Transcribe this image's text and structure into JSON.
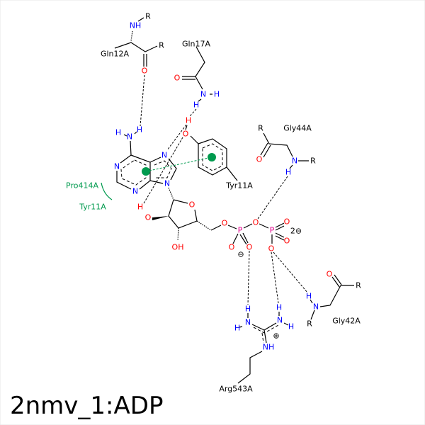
{
  "title": "2nmv_1:ADP",
  "atoms": {
    "N": "N",
    "O": "O",
    "H": "H",
    "P": "P",
    "NH": "NH",
    "OH": "OH",
    "R": "R"
  },
  "charges": {
    "minus": "⊖",
    "plus": "⊕",
    "dianion": "2⊖"
  },
  "residues": {
    "gln12": "Gln12A",
    "gln17": "Gln17A",
    "gly44": "Gly44A",
    "tyr11": "Tyr11A",
    "gly42": "Gly42A",
    "arg543": "Arg543A"
  },
  "hydrophobic": {
    "pro414": "Pro414A",
    "tyr11": "Tyr11A"
  },
  "colors": {
    "nitrogen": "#0000ff",
    "oxygen": "#ff0000",
    "phosphorus": "#e0008c",
    "hydrophobic": "#009a4e"
  }
}
